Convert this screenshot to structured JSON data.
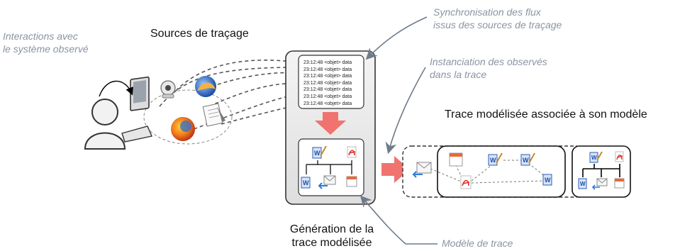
{
  "labels": {
    "interactions": [
      "Interactions avec",
      "le système observé"
    ],
    "sources": "Sources de traçage",
    "synchronisation": [
      "Synchronisation des flux",
      "issus des sources de traçage"
    ],
    "instanciation": [
      "Instanciation des observés",
      "dans la trace"
    ],
    "trace_modelisee": "Trace modélisée associée à son modèle",
    "generation": [
      "Génération de la",
      "trace modélisée"
    ],
    "modele_trace": "Modèle de trace"
  },
  "log_lines": [
    "23:12:48 <objet> data",
    "23:12:48 <objet> data",
    "23:12:48 <objet> data",
    "23:12:48 <objet> data",
    "23:12:48 <objet> data",
    "23:12:48 <objet> data",
    "23:12:48 <objet> data"
  ],
  "icons": [
    "user-icon",
    "computer-icon",
    "webcam-icon",
    "thunderbird-icon",
    "firefox-icon",
    "document-icon",
    "word-icon",
    "pdf-icon",
    "mail-icon",
    "calendar-icon"
  ],
  "colors": {
    "arrow": "#f0736f",
    "annotation": "#8a94a3",
    "panel": "#e9e9e9"
  }
}
